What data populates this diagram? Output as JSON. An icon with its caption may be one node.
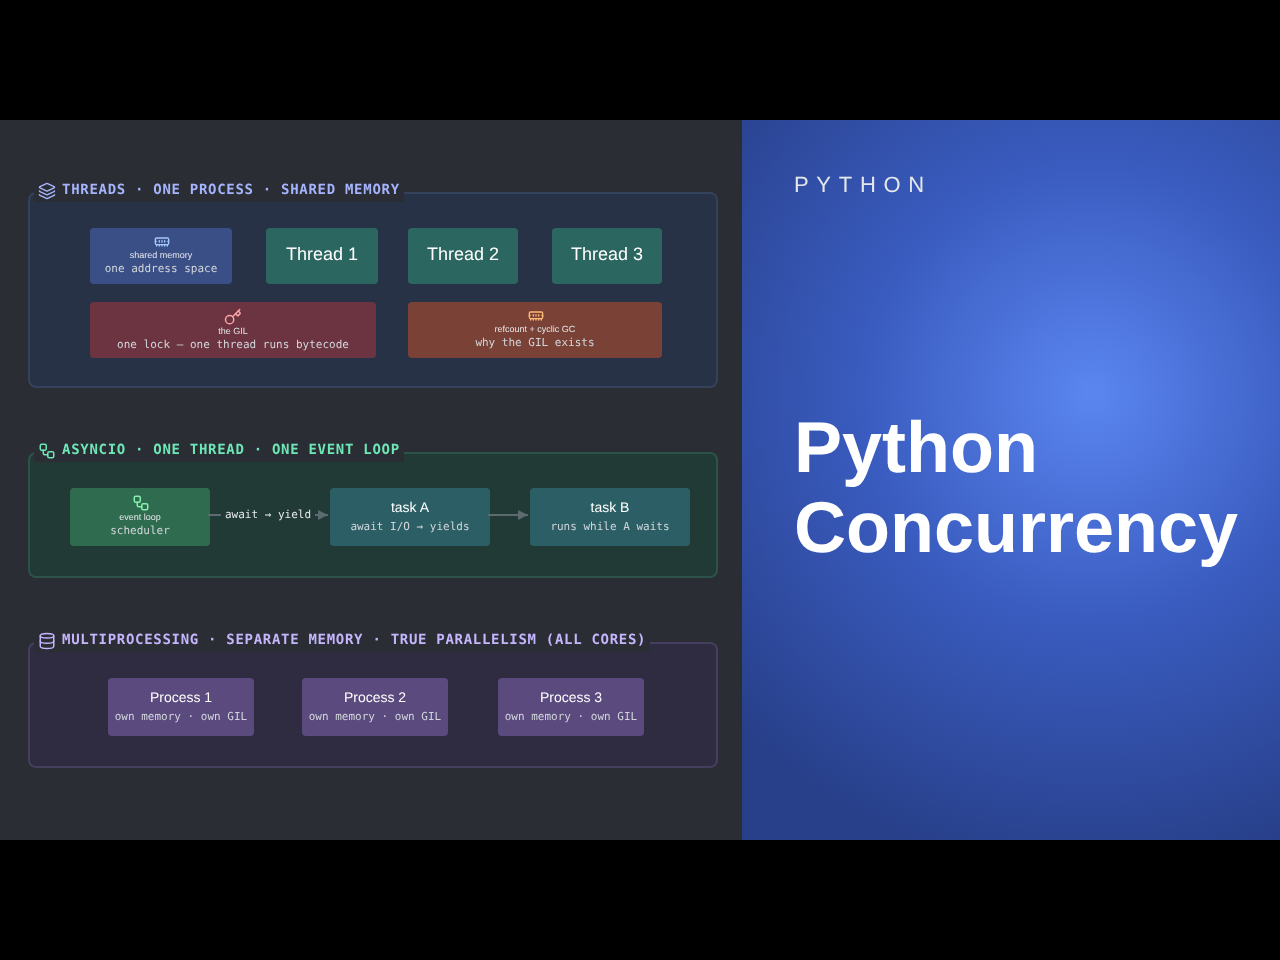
{
  "diagram": {
    "title": "Python Concurrency",
    "nodes": [
      {
        "text": [
          "THREADS · ONE PROCESS · SHARED MEMORY"
        ]
      },
      {
        "text": [
          "shared memory",
          "one address space"
        ],
        "in": 0
      },
      {
        "text": [
          "Thread 1"
        ],
        "in": 0
      },
      {
        "text": [
          "Thread 2"
        ],
        "in": 0
      },
      {
        "text": [
          "Thread 3"
        ],
        "in": 0
      },
      {
        "text": [
          "the GIL",
          "one lock — one thread runs bytecode"
        ],
        "in": 0
      },
      {
        "text": [
          "refcount + cyclic GC",
          "why the GIL exists"
        ],
        "in": 0
      },
      {
        "text": [
          "ASYNCIO · ONE THREAD · ONE EVENT LOOP"
        ]
      },
      {
        "text": [
          "event loop",
          "scheduler"
        ],
        "in": 7
      },
      {
        "text": [
          "task A",
          "await I/O → yields"
        ],
        "in": 7
      },
      {
        "text": [
          "task B",
          "runs while A waits"
        ],
        "in": 7
      },
      {
        "text": [
          "MULTIPROCESSING · SEPARATE MEMORY · TRUE PARALLELISM (ALL CORES)"
        ]
      },
      {
        "text": [
          "Process 1",
          "own memory · own GIL"
        ],
        "in": 11
      },
      {
        "text": [
          "Process 2",
          "own memory · own GIL"
        ],
        "in": 11
      },
      {
        "text": [
          "Process 3",
          "own memory · own GIL"
        ],
        "in": 11
      }
    ],
    "edges": [
      {
        "from": 8,
        "to": 9,
        "arrow": "to",
        "label": "await → yield"
      },
      {
        "from": 9,
        "to": 10,
        "arrow": "to"
      }
    ],
    "labels": [
      "PYTHON"
    ]
  }
}
